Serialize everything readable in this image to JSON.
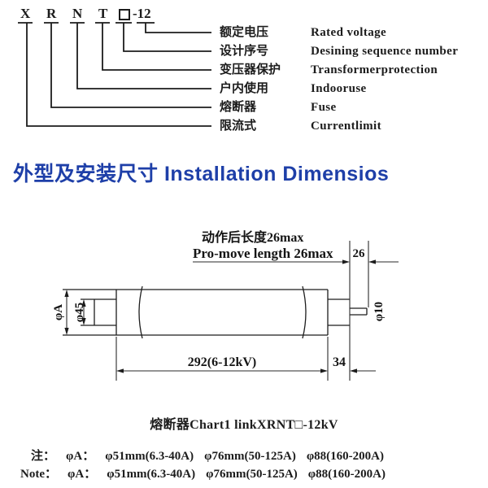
{
  "page": {
    "background": "#ffffff",
    "ink": "#1c1c1c",
    "accent_blue": "#1e3fa8"
  },
  "model_code": {
    "letters": [
      "X",
      "R",
      "N",
      "T"
    ],
    "box_symbol": "□",
    "suffix": "-12",
    "rows": [
      {
        "zh": "额定电压",
        "en": "Rated voltage"
      },
      {
        "zh": "设计序号",
        "en": "Desining sequence number"
      },
      {
        "zh": "变压器保护",
        "en": "Transformerprotection"
      },
      {
        "zh": "户内使用",
        "en": "Indooruse"
      },
      {
        "zh": "熔断器",
        "en": "Fuse"
      },
      {
        "zh": "限流式",
        "en": "Currentlimit"
      }
    ]
  },
  "heading": "外型及安装尺寸 Installation Dimensios",
  "drawing": {
    "note_zh": "动作后长度26max",
    "note_en": "Pro-move length 26max",
    "dim_protrusion": "26",
    "dim_body_length": "292(6-12kV)",
    "dim_cap_length": "34",
    "dia_body": "φA",
    "dia_cap": "φ45",
    "dia_pin": "φ10"
  },
  "caption": "熔断器Chart1 linkXRNT□-12kV",
  "notes": [
    {
      "parts": [
        "注：",
        "φA：",
        "φ51mm(6.3-40A)",
        "φ76mm(50-125A)",
        "φ88(160-200A)"
      ]
    },
    {
      "parts": [
        "Note：",
        "φA：",
        "φ51mm(6.3-40A)",
        "φ76mm(50-125A)",
        "φ88(160-200A)"
      ]
    }
  ]
}
